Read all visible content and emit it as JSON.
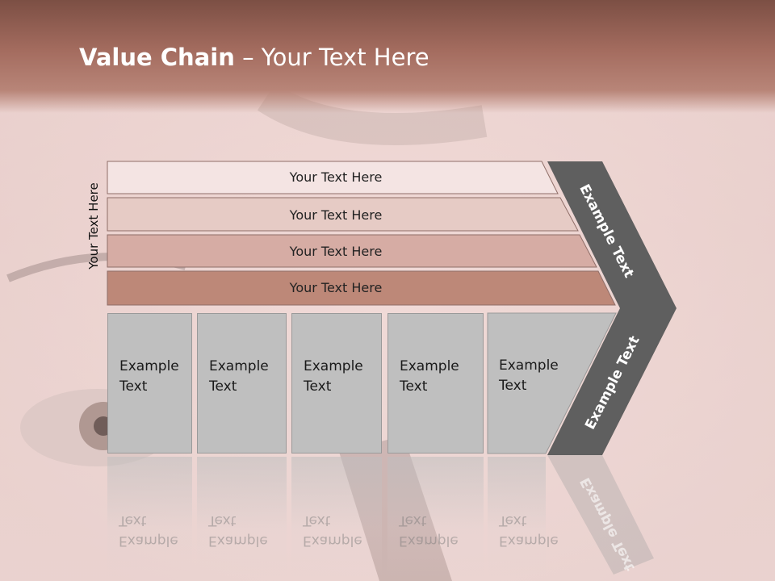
{
  "slide": {
    "title_bold": "Value Chain",
    "title_rest": " – Your Text Here",
    "side_label": "Your Text Here"
  },
  "bars": [
    {
      "label": "Your Text Here",
      "color": "#f4e4e3"
    },
    {
      "label": "Your Text Here",
      "color": "#e6cbc5"
    },
    {
      "label": "Your Text Here",
      "color": "#d6aca4"
    },
    {
      "label": "Your Text Here",
      "color": "#bd8878"
    }
  ],
  "boxes": [
    {
      "label": "Example Text"
    },
    {
      "label": "Example Text"
    },
    {
      "label": "Example Text"
    },
    {
      "label": "Example Text"
    },
    {
      "label": "Example Text"
    }
  ],
  "chevron": {
    "upper_label": "Example Text",
    "lower_label": "Example Text",
    "color": "#5f5f5f"
  },
  "colors": {
    "header": "#a46c5f",
    "box_fill": "#bfbfbf"
  }
}
